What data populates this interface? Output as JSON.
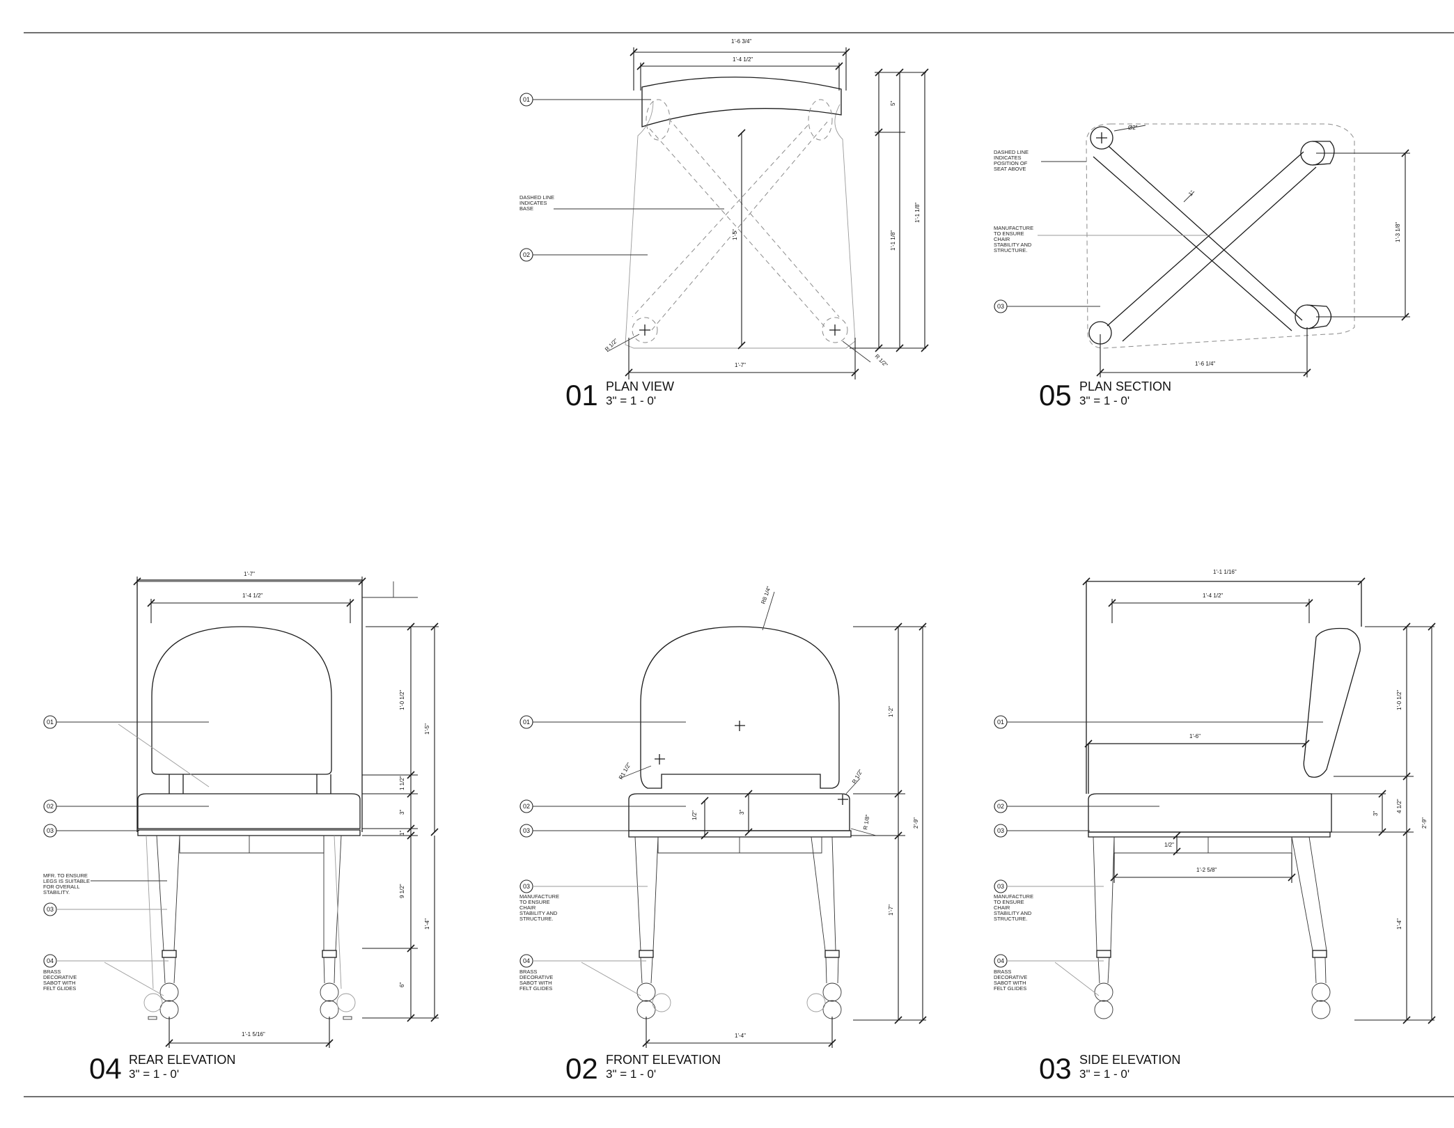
{
  "views": {
    "plan": {
      "number": "01",
      "title": "PLAN VIEW",
      "scale": "3\" = 1 - 0'"
    },
    "plan_section": {
      "number": "05",
      "title": "PLAN SECTION",
      "scale": "3\" = 1 - 0'"
    },
    "rear": {
      "number": "04",
      "title": "REAR ELEVATION",
      "scale": "3\" = 1 - 0'"
    },
    "front": {
      "number": "02",
      "title": "FRONT ELEVATION",
      "scale": "3\" = 1 - 0'"
    },
    "side": {
      "number": "03",
      "title": "SIDE ELEVATION",
      "scale": "3\" = 1 - 0'"
    }
  },
  "tags": {
    "t01": "01",
    "t02": "02",
    "t03": "03",
    "t04": "04"
  },
  "notes": {
    "dashed_base": [
      "DASHED LINE",
      "INDICATES",
      "BASE"
    ],
    "dashed_seat": [
      "DASHED LINE",
      "INDICATES",
      "POSITION OF",
      "SEAT ABOVE"
    ],
    "manufacture": [
      "MANUFACTURE",
      "TO ENSURE",
      "CHAIR",
      "STABILITY AND",
      "STRUCTURE."
    ],
    "mfr_legs": [
      "MFR. TO ENSURE",
      "LEGS IS SUITABLE",
      "FOR OVERALL",
      "STABILITY."
    ],
    "brass": [
      "BRASS",
      "DECORATIVE",
      "SABOT WITH",
      "FELT GLIDES"
    ]
  },
  "dims": {
    "plan_outer_w": "1'-6 3/4\"",
    "plan_inner_w": "1'-4 1/2\"",
    "plan_5": "5\"",
    "plan_overall_d": "1'-1 1/8\"",
    "plan_seat_d": "1'-1 1/8\"",
    "plan_base_d": "1'-5\"",
    "plan_base_w": "1'-7\"",
    "plan_r_left": "R 1/2\"",
    "plan_r_right": "R 1/2\"",
    "sec_dia": "Ø2\"",
    "sec_1": "1\"",
    "sec_h": "1'-3 1/8\"",
    "sec_w": "1'-6 1/4\"",
    "rear_w": "1'-7\"",
    "rear_back_w": "1'-4 1/2\"",
    "rear_back_h": "1'-0 1/2\"",
    "rear_gap": "1 1/2\"",
    "rear_seat": "3\"",
    "rear_apron": "1\"",
    "rear_upper_total": "1'-5\"",
    "rear_leg_mid": "9 1/2\"",
    "rear_leg_low": "6\"",
    "rear_leg_total": "1'-4\"",
    "rear_base_w": "1'-1 5/16\"",
    "front_r_top": "R8 1/4\"",
    "front_r_left": "R1 1/2\"",
    "front_r_right": "R 1/2\"",
    "front_r_seat": "R 1/8\"",
    "front_cushion": "1/2\"",
    "front_seat": "3\"",
    "front_back": "1'-2\"",
    "front_leg": "1'-7\"",
    "front_overall": "2'-9\"",
    "front_base_w": "1'-4\"",
    "side_overall_w": "1'-1 1/16\"",
    "side_inner_w": "1'-4 1/2\"",
    "side_seat_d": "1'-6\"",
    "side_back_h": "1'-0 1/2\"",
    "side_cushion": "4 1/2\"",
    "side_seat": "3\"",
    "side_apron": "1/2\"",
    "side_stretch": "1'-2 5/8\"",
    "side_leg": "1'-4\"",
    "side_overall": "2'-9\""
  }
}
